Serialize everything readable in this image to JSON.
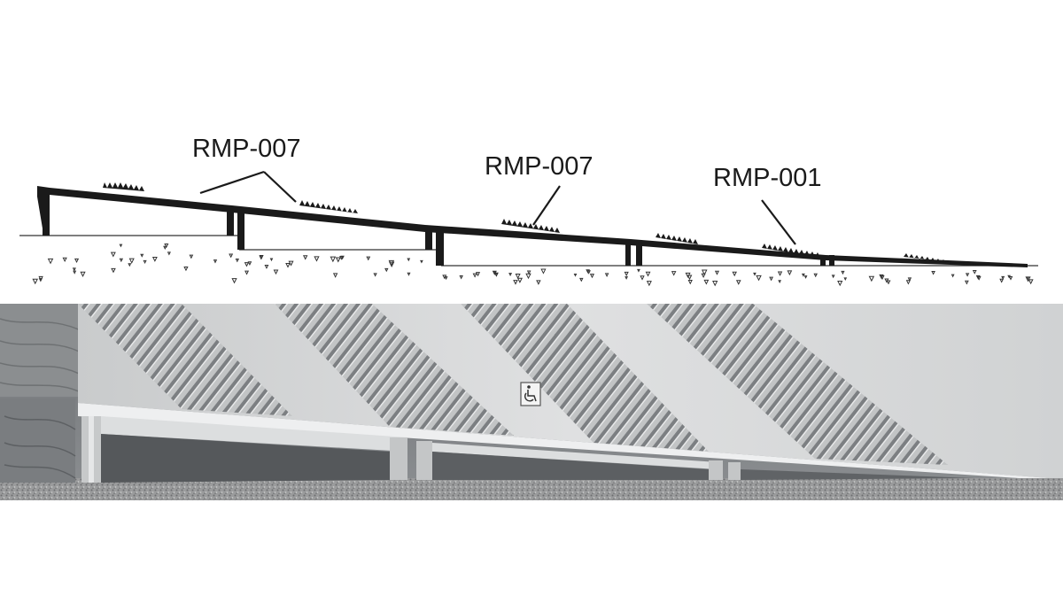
{
  "diagram": {
    "callouts": [
      {
        "text": "RMP-007"
      },
      {
        "text": "RMP-007"
      },
      {
        "text": "RMP-001"
      }
    ]
  },
  "colors": {
    "profile": "#1a1a1a",
    "render_dark": "#6b6e71",
    "render_mid": "#a5a8aa",
    "render_light": "#d4d6d7",
    "ground": "#8a8b8c"
  }
}
